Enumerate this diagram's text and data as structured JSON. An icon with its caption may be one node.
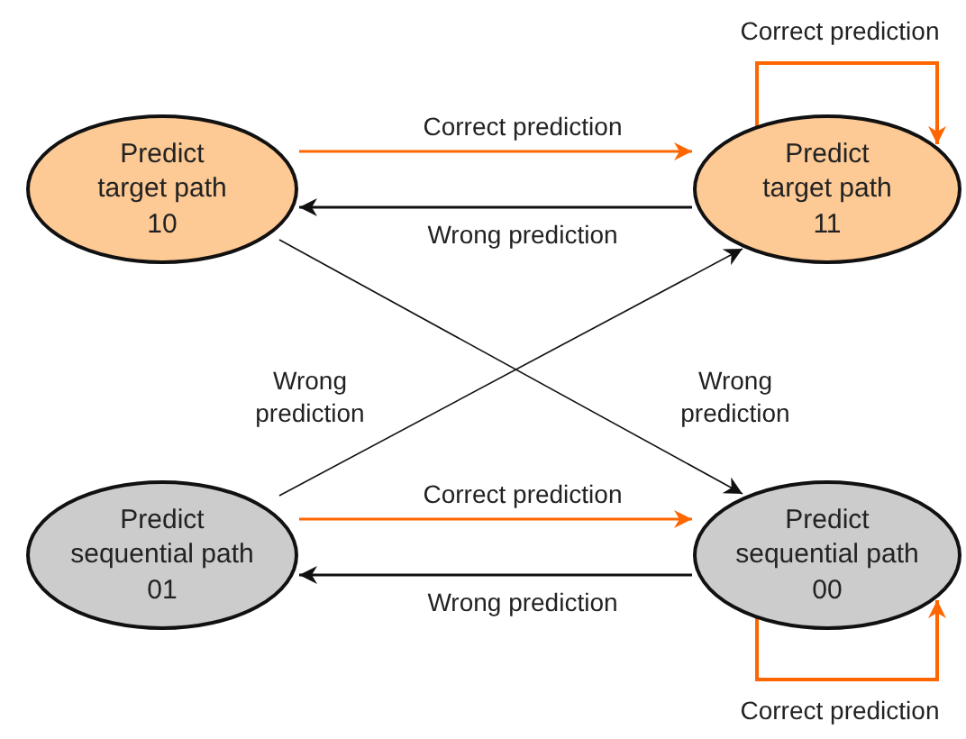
{
  "diagram": {
    "nodes": [
      {
        "text": [
          "Predict target path 10"
        ]
      },
      {
        "text": [
          "Predict target path 11"
        ]
      },
      {
        "text": [
          "Predict sequential path 01"
        ]
      },
      {
        "text": [
          "Predict sequential path 00"
        ]
      }
    ],
    "edges": [
      {
        "from": 0,
        "to": 1,
        "arrow": "to",
        "label": "Correct prediction",
        "color": "#ff6600"
      },
      {
        "from": 1,
        "to": 0,
        "arrow": "to",
        "label": "Wrong prediction",
        "color": "#111111"
      },
      {
        "from": 1,
        "to": 1,
        "arrow": "to",
        "label": "Correct prediction",
        "color": "#ff6600"
      },
      {
        "from": 0,
        "to": 3,
        "arrow": "to",
        "label": "Wrong prediction",
        "color": "#111111"
      },
      {
        "from": 2,
        "to": 1,
        "arrow": "to",
        "label": "Wrong prediction",
        "color": "#111111"
      },
      {
        "from": 2,
        "to": 3,
        "arrow": "to",
        "label": "Correct prediction",
        "color": "#ff6600"
      },
      {
        "from": 3,
        "to": 2,
        "arrow": "to",
        "label": "Wrong prediction",
        "color": "#111111"
      },
      {
        "from": 3,
        "to": 3,
        "arrow": "to",
        "label": "Correct prediction",
        "color": "#ff6600"
      }
    ]
  }
}
